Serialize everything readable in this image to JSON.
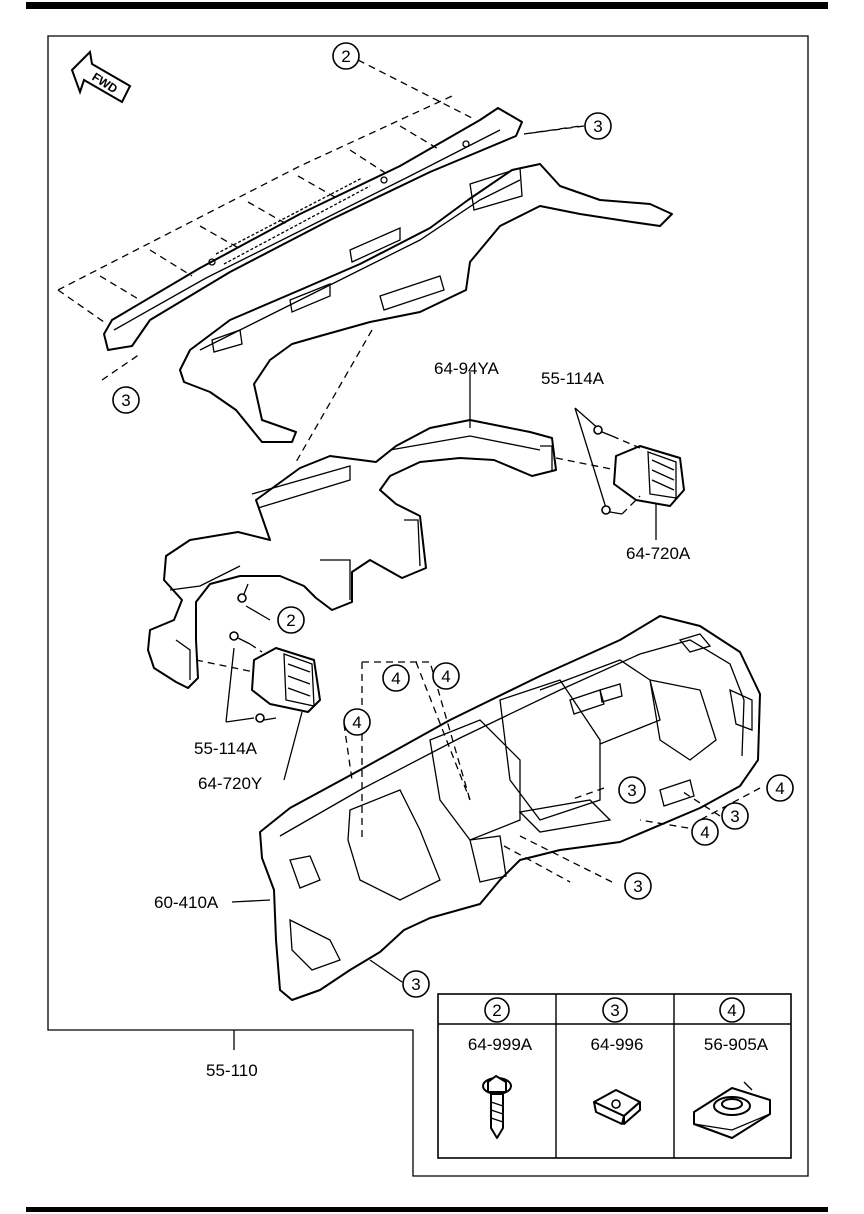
{
  "fwd_label": "FWD",
  "callouts": {
    "c2_top": "2",
    "c3_top_right": "3",
    "c3_left": "3",
    "c2_mid": "2",
    "c4_a": "4",
    "c4_b": "4",
    "c4_c": "4",
    "c3_panel_right": "3",
    "c4_right": "4",
    "c3_right2": "3",
    "c4_right3": "4",
    "c3_bottom_mid": "3",
    "c3_bottom_left": "3"
  },
  "part_labels": {
    "duct": "64-94YA",
    "screw_right": "55-114A",
    "vent_right": "64-720A",
    "screw_left": "55-114A",
    "vent_left": "64-720Y",
    "dash_panel": "60-410A",
    "assembly": "55-110"
  },
  "legend": {
    "headers": [
      "2",
      "3",
      "4"
    ],
    "parts": [
      "64-999A",
      "64-996",
      "56-905A"
    ],
    "icons": [
      "bolt-icon",
      "clip-nut-icon",
      "spring-clip-icon"
    ]
  }
}
